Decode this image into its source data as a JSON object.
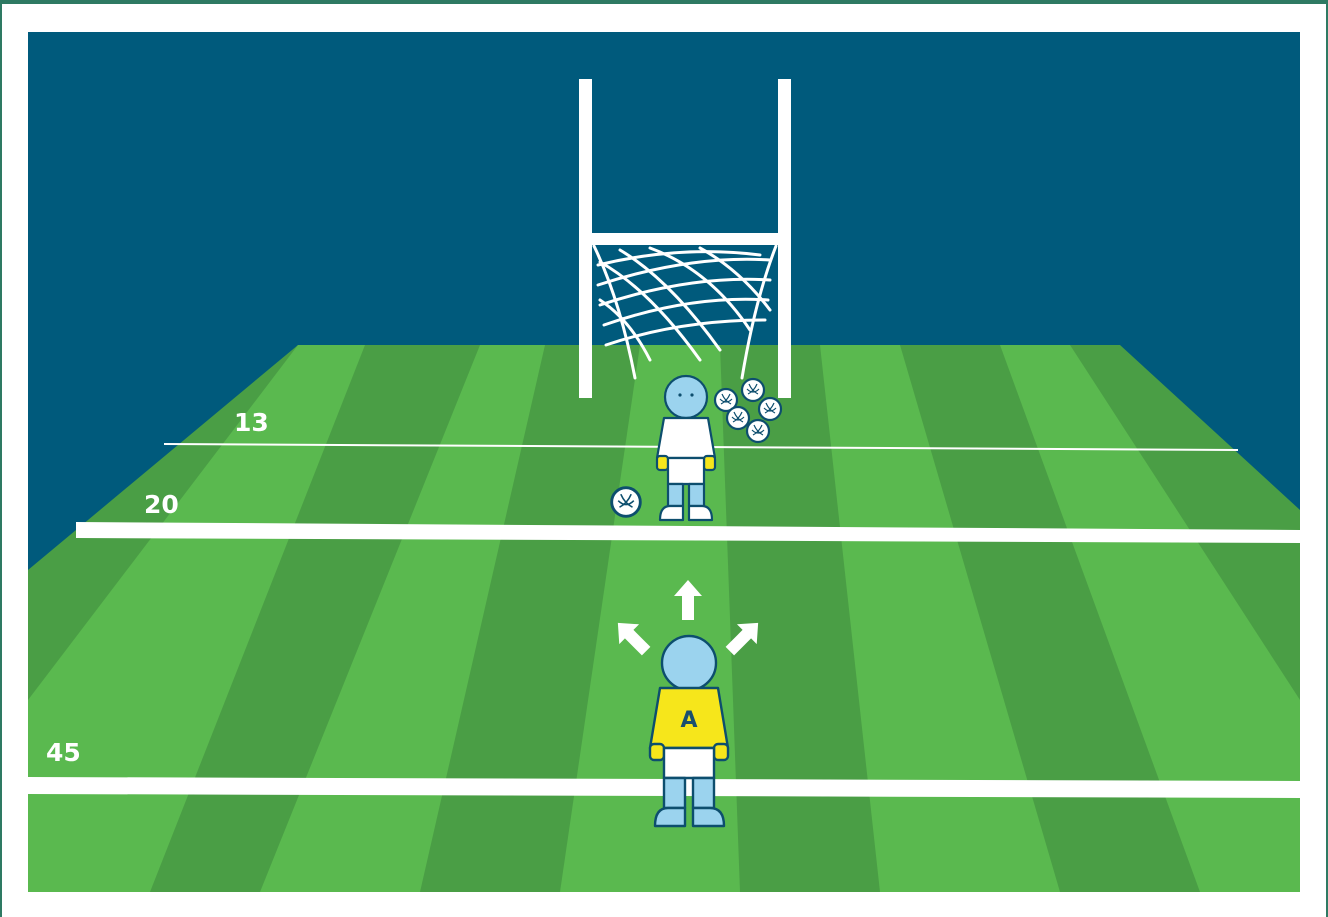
{
  "colors": {
    "frame": "#2e7a63",
    "sky": "#005a7c",
    "grass_light": "#5ab94f",
    "grass_dark": "#4a9e45",
    "line": "#ffffff",
    "skin": "#9bd3ee",
    "outline": "#0d4e6e",
    "jersey_attacker": "#f6e61b",
    "jersey_keeper": "#ffffff"
  },
  "pitch_lines": {
    "line_13": {
      "label": "13"
    },
    "line_20": {
      "label": "20"
    },
    "line_45": {
      "label": "45"
    }
  },
  "players": {
    "attacker": {
      "letter": "A",
      "icon": "player-attacker-icon"
    },
    "goalkeeper": {
      "letter": "",
      "icon": "goalkeeper-icon"
    }
  },
  "balls": {
    "count_at_goal": 5,
    "count_near_keeper": 1
  },
  "arrows": [
    "arrow-up-left-icon",
    "arrow-up-icon",
    "arrow-up-right-icon"
  ]
}
